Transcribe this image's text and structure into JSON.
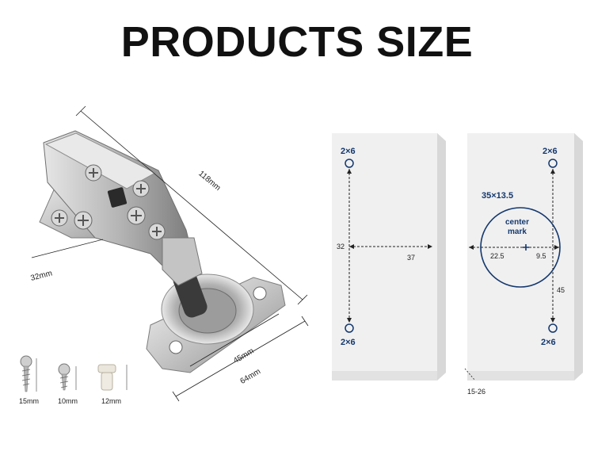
{
  "title": "PRODUCTS SIZE",
  "hinge": {
    "length": "118mm",
    "depth": "32mm",
    "cup_width": "45mm",
    "base_width": "64mm"
  },
  "screws": [
    {
      "size": "15mm"
    },
    {
      "size": "10mm"
    },
    {
      "size": "12mm"
    }
  ],
  "door_panel": {
    "hole_top": "2×6",
    "hole_bottom": "2×6",
    "vertical_dim": "32",
    "horizontal_dim": "37"
  },
  "frame_panel": {
    "hole_top": "2×6",
    "hole_bottom": "2×6",
    "cup_size": "35×13.5",
    "center_label_1": "center",
    "center_label_2": "mark",
    "dim_left": "22.5",
    "dim_right": "9.5",
    "dim_vertical": "45",
    "thickness_range": "15-26"
  },
  "colors": {
    "navy": "#14386e",
    "panel": "#efefef",
    "panel_side": "#d9d9d9"
  }
}
